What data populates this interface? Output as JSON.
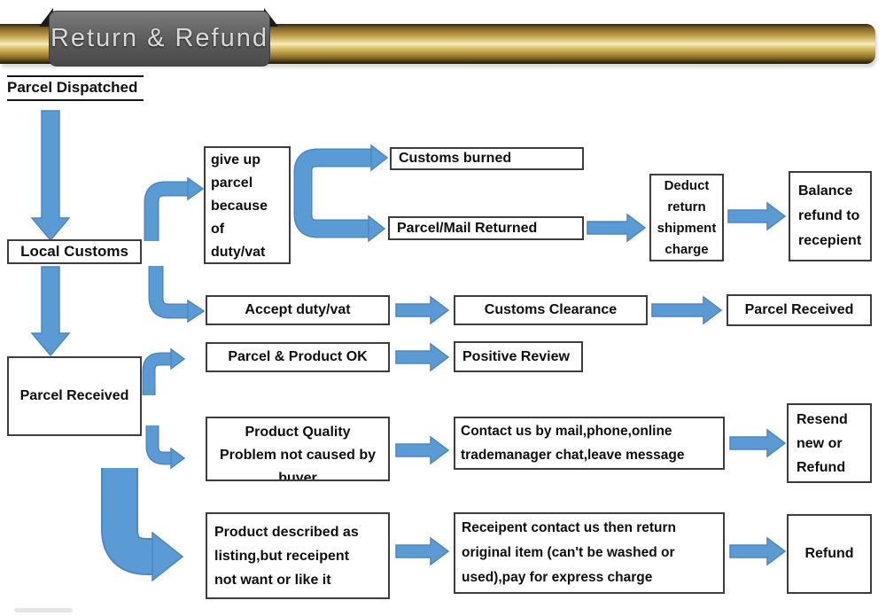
{
  "header": {
    "title": "Return & Refund"
  },
  "colors": {
    "arrow_fill": "#5b9bd5",
    "arrow_edge": "#4e86c0",
    "box_border": "#3d3d3d",
    "gold": "#cfa94e",
    "tag_background": "#5a5a5a",
    "tag_text": "#d9d9d9"
  },
  "flow": {
    "parcel_dispatched": "Parcel Dispatched",
    "local_customs": "Local Customs",
    "parcel_received_left": "Parcel Received",
    "give_up_parcel": "give up\nparcel\nbecause\nof\nduty/vat",
    "customs_burned": "Customs burned",
    "parcel_mail_returned": "Parcel/Mail Returned",
    "deduct_return_shipment_charge": "Deduct\nreturn\nshipment\ncharge",
    "balance_refund_to_recepient": "Balance\nrefund to\nrecepient",
    "accept_duty_vat": "Accept duty/vat",
    "customs_clearance": "Customs Clearance",
    "parcel_received_right": "Parcel Received",
    "parcel_product_ok": "Parcel & Product OK",
    "positive_review": "Positive Review",
    "product_quality_problem": "Product Quality\nProblem not caused by\nbuyer",
    "contact_us": "Contact us by mail,phone,online\ntrademanager chat,leave message",
    "resend_new_or_refund": "Resend\nnew or\nRefund",
    "product_described": "Product described as\nlisting,but receipent\nnot want or like it",
    "receipent_return": "Receipent contact us then return\noriginal item (can't be washed or\nused),pay for express charge",
    "refund": "Refund"
  }
}
